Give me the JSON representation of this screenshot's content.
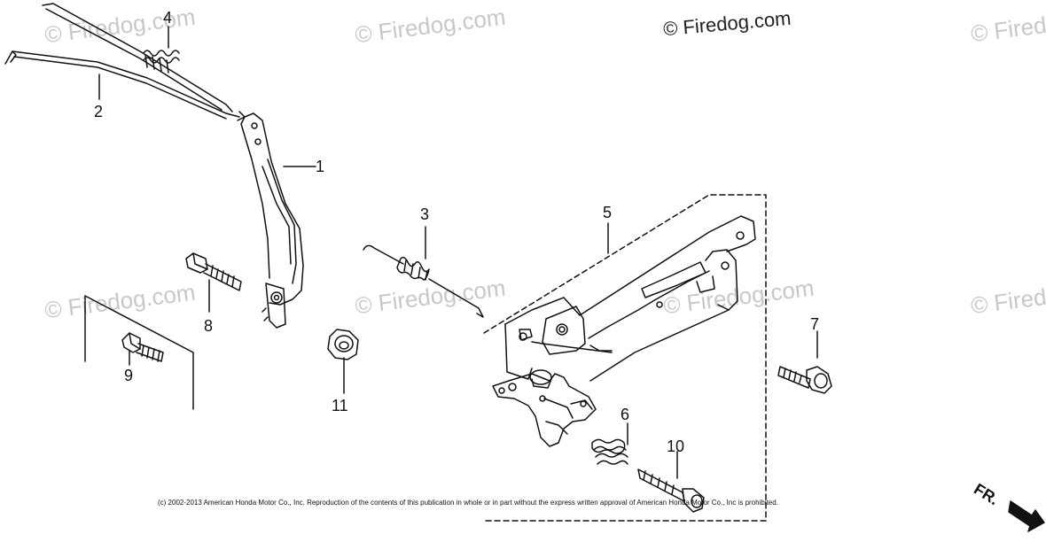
{
  "watermark": {
    "text": "© Firedog.com",
    "partial_text": "© Fired"
  },
  "callouts": [
    "1",
    "2",
    "3",
    "4",
    "5",
    "6",
    "7",
    "8",
    "9",
    "10",
    "11"
  ],
  "copyright": "(c) 2002-2013 American Honda Motor Co., Inc. Reproduction of the contents of this publication in whole or in part without the express written approval of American Honda Motor Co., Inc is prohibited.",
  "direction_label": "FR.",
  "colors": {
    "line": "#111111",
    "watermark": "#c8c8c8"
  }
}
